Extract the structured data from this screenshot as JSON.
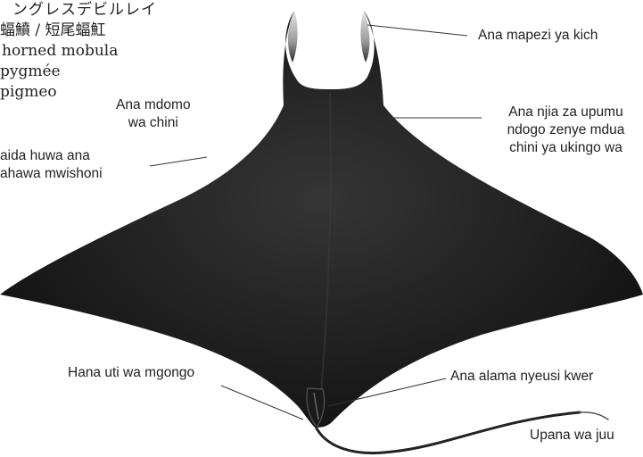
{
  "species_names": [
    "ングレスデビルレイ",
    "蝠鱝 / 短尾蝠魟",
    "horned mobula",
    "pygmée",
    "pigmeo"
  ],
  "annotations": {
    "lower_mouth": [
      "Ana mdomo",
      "wa chini"
    ],
    "tail_tip": [
      "aida huwa ana",
      "ahawa mwishoni"
    ],
    "head_fins": "Ana mapezi ya kich",
    "gill_slits": [
      "Ana njia za upumu",
      "ndogo zenye mdua",
      "chini ya ukingo  wa"
    ],
    "no_spine": "Hana uti wa mgongo",
    "black_mark": "Ana alama nyeusi kwer",
    "upper_width": "Upana wa juu"
  },
  "colors": {
    "body": "#1c1c1c",
    "body_highlight": "#3a3a3a",
    "fin_tip": "#d9d9d9",
    "leader_line": "#333333"
  }
}
